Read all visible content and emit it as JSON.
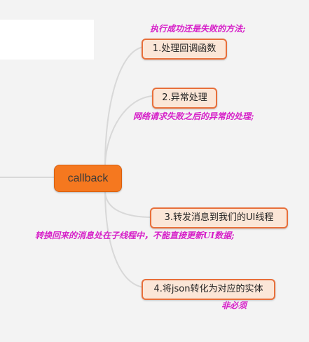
{
  "root": {
    "label": "callback"
  },
  "nodes": [
    {
      "label": "1.处理回调函数",
      "note": "执行成功还是失败的方法;"
    },
    {
      "label": "2.异常处理",
      "note": "网络请求失败之后的异常的处理;"
    },
    {
      "label": "3.转发消息到我们的UI线程",
      "note": "转换回来的消息处在子线程中，不能直接更新UI数据;"
    },
    {
      "label": "4.将json转化为对应的实体",
      "note": "非必须"
    }
  ],
  "colors": {
    "root_fill": "#f5781f",
    "node_fill": "#fbe6d7",
    "node_border": "#e86f3a",
    "note_text": "#d61ec8",
    "link": "#d8d8d8"
  }
}
